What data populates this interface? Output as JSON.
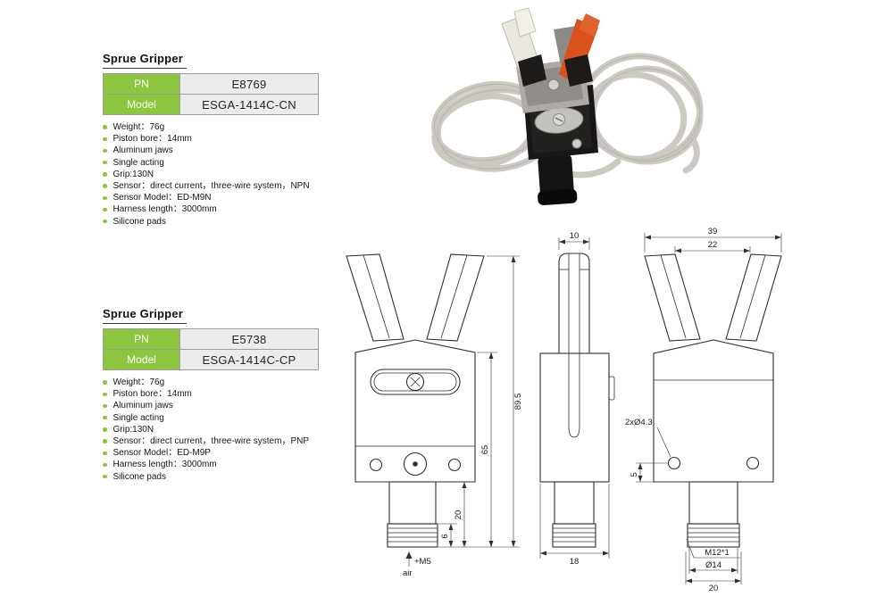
{
  "page": {
    "background": "#ffffff"
  },
  "colors": {
    "brand_green": "#8CC63F",
    "table_value_bg": "#ECECEC",
    "drawing_line": "#2F2F2F",
    "jaw_orange": "#D9511D"
  },
  "sections": [
    {
      "title": "Sprue Gripper",
      "table": {
        "pn_label": "PN",
        "pn_value": "E8769",
        "model_label": "Model",
        "model_value": "ESGA-1414C-CN"
      },
      "specs": [
        "Weight：76g",
        "Piston bore：14mm",
        "Aluminum jaws",
        "Single acting",
        "Grip:130N",
        "Sensor：direct current，three-wire system，NPN",
        "Sensor Model：ED-M9N",
        "Harness length：3000mm",
        "Silicone pads"
      ]
    },
    {
      "title": "Sprue Gripper",
      "table": {
        "pn_label": "PN",
        "pn_value": "E5738",
        "model_label": "Model",
        "model_value": "ESGA-1414C-CP"
      },
      "specs": [
        "Weight：76g",
        "Piston bore：14mm",
        "Aluminum jaws",
        "Single acting",
        "Grip:130N",
        "Sensor：direct current，three-wire system，PNP",
        "Sensor Model：ED-M9P",
        "Harness length：3000mm",
        "Silicone pads"
      ]
    }
  ],
  "drawing": {
    "front": {
      "dim_total_height": "89.5",
      "dim_body_height": "65",
      "dim_stem_height": "20",
      "dim_thread_height": "6",
      "port_label": "+M5",
      "port_sub": "air"
    },
    "side": {
      "dim_top_width": "10",
      "dim_bottom_width": "18"
    },
    "back": {
      "dim_total_width": "39",
      "dim_inner_width": "22",
      "holes_label": "2xØ4.3",
      "dim_hole_offset": "5",
      "thread_label": "M12*1",
      "dia_label": "Ø14",
      "dim_stem_width": "20"
    }
  }
}
